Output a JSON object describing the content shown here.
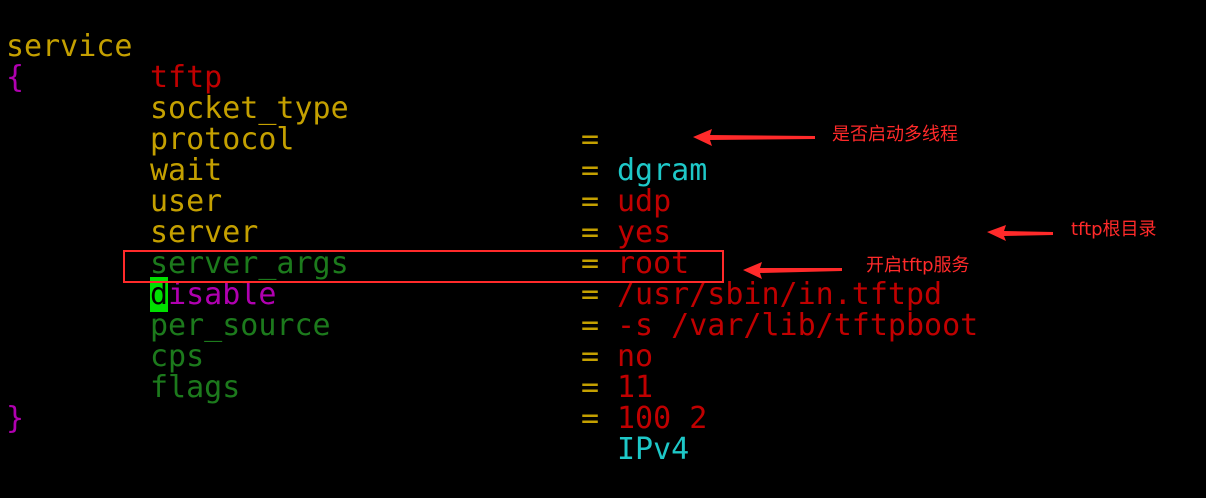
{
  "colors": {
    "background": "#000000",
    "keyword": "#c4a000",
    "config_key": "#c4a000",
    "comment_key": "#1c7a1c",
    "value_red": "#c00000",
    "value_cyan": "#1ec8c8",
    "brace": "#b000b0",
    "disable_key": "#b000b0",
    "annotation": "#ff2a2a",
    "cursor_bg": "#00e000"
  },
  "header": {
    "keyword": "service",
    "name": "tftp",
    "open_brace": "{",
    "close_brace": "}"
  },
  "entries": [
    {
      "key": "socket_type",
      "eq": "=",
      "value": "dgram"
    },
    {
      "key": "protocol",
      "eq": "=",
      "value": "udp"
    },
    {
      "key": "wait",
      "eq": "=",
      "value": "yes"
    },
    {
      "key": "user",
      "eq": "=",
      "value": "root"
    },
    {
      "key": "server",
      "eq": "=",
      "value": "/usr/sbin/in.tftpd"
    },
    {
      "key": "server_args",
      "eq": "=",
      "value": "-s /var/lib/tftpboot"
    },
    {
      "key_cursor_char": "d",
      "key_rest": "isable",
      "eq": "=",
      "value": "no"
    },
    {
      "key": "per_source",
      "eq": "=",
      "value": "11"
    },
    {
      "key": "cps",
      "eq": "=",
      "value": "100 2"
    },
    {
      "key": "flags",
      "eq": "=",
      "value": "IPv4"
    }
  ],
  "annotations": {
    "wait_note": "是否启动多线程",
    "server_args_note": "tftp根目录",
    "disable_note": "开启tftp服务"
  }
}
